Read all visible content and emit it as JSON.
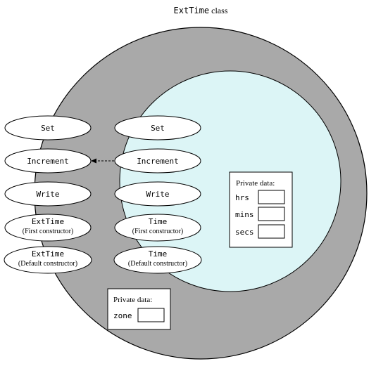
{
  "title": {
    "name": "ExtTime",
    "suffix": "class"
  },
  "colors": {
    "outer_fill": "#a9a9a9",
    "inner_fill": "#dcf5f6",
    "ellipse_fill": "#ffffff",
    "stroke": "#000000"
  },
  "ext_methods": [
    {
      "line1": "Set",
      "line2": ""
    },
    {
      "line1": "Increment",
      "line2": ""
    },
    {
      "line1": "Write",
      "line2": ""
    },
    {
      "line1": "ExtTime",
      "line2": "(First constructor)"
    },
    {
      "line1": "ExtTime",
      "line2": "(Default constructor)"
    }
  ],
  "time_methods": [
    {
      "line1": "Set",
      "line2": ""
    },
    {
      "line1": "Increment",
      "line2": ""
    },
    {
      "line1": "Write",
      "line2": ""
    },
    {
      "line1": "Time",
      "line2": "(First constructor)"
    },
    {
      "line1": "Time",
      "line2": "(Default constructor)"
    }
  ],
  "time_private": {
    "heading": "Private data:",
    "fields": [
      "hrs",
      "mins",
      "secs"
    ]
  },
  "ext_private": {
    "heading": "Private data:",
    "fields": [
      "zone"
    ]
  }
}
